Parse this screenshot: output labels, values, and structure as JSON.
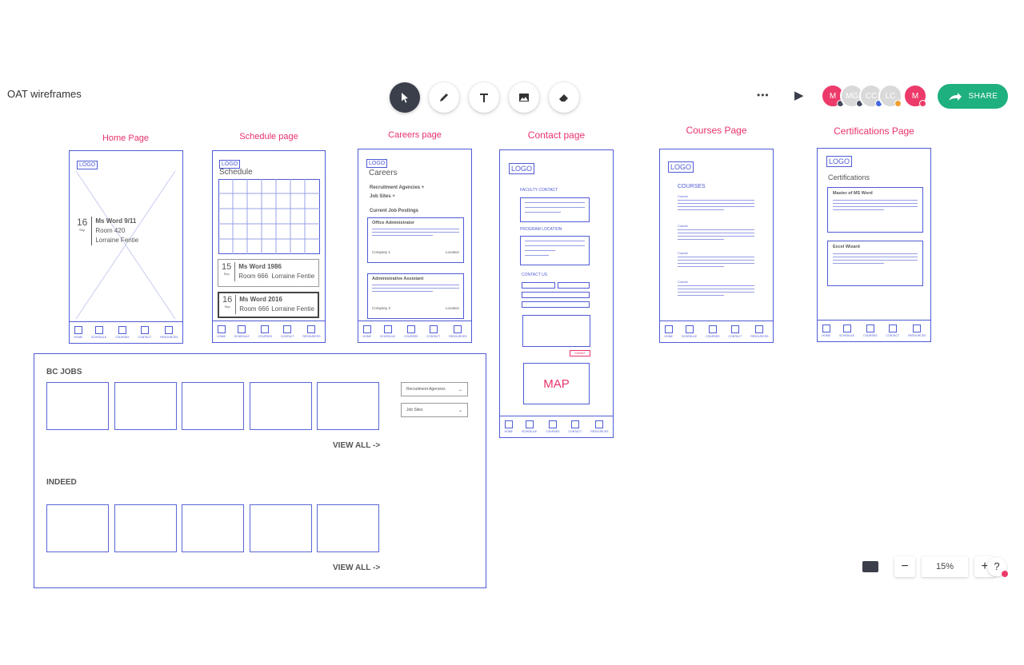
{
  "board": {
    "title": "OAT wireframes"
  },
  "toolbar": {
    "tools": [
      "select",
      "pencil",
      "text",
      "image",
      "eraser"
    ],
    "more_label": "•••",
    "play_label": "▶",
    "share_label": "SHARE"
  },
  "collaborators": [
    {
      "initial": "M",
      "color": "#ec3a6a",
      "dot": "#444b5c"
    },
    {
      "initial": "MG",
      "color": "#d9d9d9",
      "dot": "#444b5c"
    },
    {
      "initial": "CC",
      "color": "#d9d9d9",
      "dot": "#4466dd"
    },
    {
      "initial": "LC",
      "color": "#d9d9d9",
      "dot": "#f0a030"
    },
    {
      "initial": "M",
      "color": "#ec3a6a",
      "dot": "#ec3a6a"
    }
  ],
  "frames": {
    "home": {
      "title": "Home Page",
      "date_day": "16",
      "date_month": "Sep",
      "course": "Ms Word 9/11",
      "room": "Room 420",
      "person": "Lorraine Fentie"
    },
    "schedule": {
      "title": "Schedule page",
      "heading": "Schedule",
      "entries": [
        {
          "day": "15",
          "month": "Sep",
          "course": "Ms Word 1986",
          "room": "Room 666",
          "person": "Lorraine Fentie"
        },
        {
          "day": "16",
          "month": "Sep",
          "course": "Ms Word 2016",
          "room": "Room 666",
          "person": "Lorraine Fentie"
        }
      ]
    },
    "careers": {
      "title": "Careers page",
      "heading": "Careers",
      "recruitment": "Recruitment Agencies +",
      "job_sites": "Job Sites +",
      "postings_heading": "Current Job Postings",
      "jobs": [
        {
          "title": "Office Administrator",
          "company": "Company 1",
          "location": "Location"
        },
        {
          "title": "Administrative Assistant",
          "company": "Company 2",
          "location": "Location"
        }
      ]
    },
    "contact": {
      "title": "Contact page",
      "faculty": "FACULTY CONTACT",
      "program": "PROGRAM LOCATION",
      "contact_us": "CONTACT US",
      "map": "MAP",
      "submit": "SUBMIT"
    },
    "courses": {
      "title": "Courses Page",
      "heading": "COURSES",
      "course_label": "Course"
    },
    "certifications": {
      "title": "Certifications Page",
      "heading": "Certifications",
      "certs": [
        {
          "title": "Master of MS Word"
        },
        {
          "title": "Excel Wizard"
        }
      ]
    }
  },
  "logo_text": "LOGO",
  "nav_items": [
    "HOME",
    "SCHEDULE",
    "COURSES",
    "CONTACT",
    "RESOURCES"
  ],
  "jobs_panel": {
    "bc_jobs": "BC JOBS",
    "indeed": "INDEED",
    "view_all": "VIEW ALL ->",
    "dropdown_1": "Recruitment Agencies",
    "dropdown_2": "Job Sites"
  },
  "zoom": {
    "level": "15%",
    "minus": "−",
    "plus": "+",
    "help": "?"
  }
}
